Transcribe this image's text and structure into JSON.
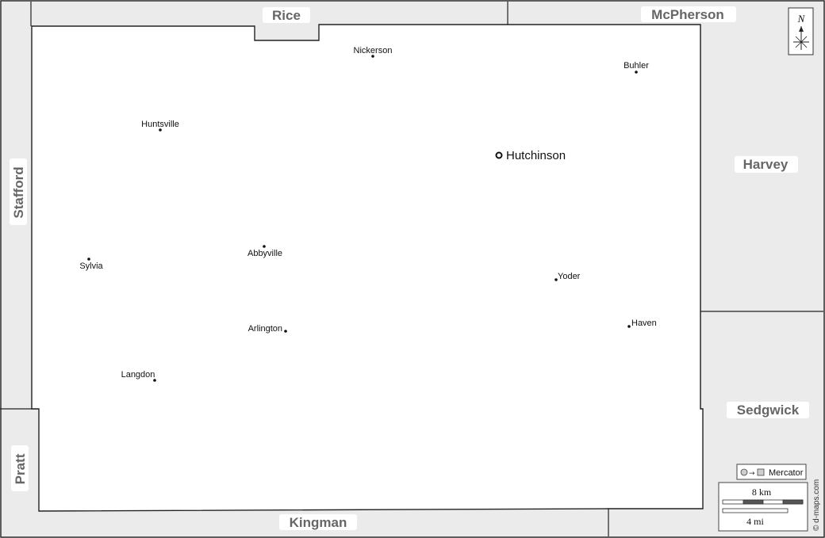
{
  "neighbors": {
    "rice": "Rice",
    "mcpherson": "McPherson",
    "harvey": "Harvey",
    "sedgwick": "Sedgwick",
    "kingman": "Kingman",
    "pratt": "Pratt",
    "stafford": "Stafford"
  },
  "county_seat": {
    "name": "Hutchinson"
  },
  "towns": {
    "nickerson": "Nickerson",
    "buhler": "Buhler",
    "huntsville": "Huntsville",
    "sylvia": "Sylvia",
    "abbyville": "Abbyville",
    "yoder": "Yoder",
    "haven": "Haven",
    "arlington": "Arlington",
    "langdon": "Langdon"
  },
  "compass": {
    "north_letter": "N"
  },
  "projection": {
    "label": "Mercator"
  },
  "scale": {
    "km_label": "8 km",
    "mi_label": "4 mi"
  },
  "credit": "© d-maps.com",
  "colors": {
    "neighbor_fill": "#ebebeb",
    "county_fill": "#ffffff",
    "border": "#222222",
    "label_bg": "#ffffff"
  }
}
